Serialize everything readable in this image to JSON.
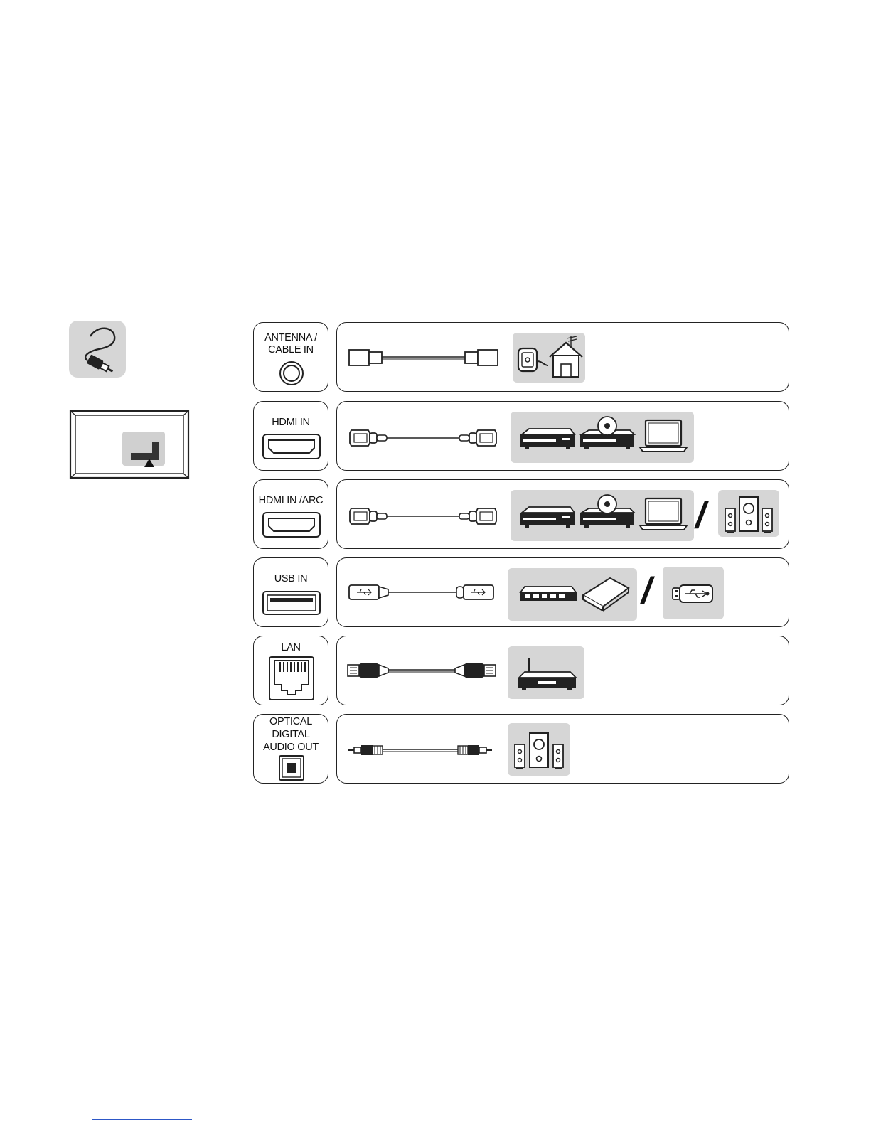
{
  "ports": [
    {
      "id": "antenna",
      "label_lines": [
        "ANTENNA /",
        "CABLE IN"
      ]
    },
    {
      "id": "hdmi",
      "label_lines": [
        "HDMI IN"
      ]
    },
    {
      "id": "hdmi-arc",
      "label_lines": [
        "HDMI IN /ARC"
      ]
    },
    {
      "id": "usb",
      "label_lines": [
        "USB IN"
      ]
    },
    {
      "id": "lan",
      "label_lines": [
        "LAN"
      ]
    },
    {
      "id": "optical",
      "label_lines": [
        "OPTICAL",
        "DIGITAL",
        "AUDIO OUT"
      ]
    }
  ],
  "separator": "/",
  "icons": {
    "cable": "cable-plug-icon",
    "tv_back": "tv-rear-panel-icon",
    "antenna_device": "wall-outlet-and-house-antenna-icon",
    "players": [
      "dvd-player-icon",
      "set-top-box-icon",
      "laptop-icon"
    ],
    "speakers": "speaker-system-icon",
    "usb_devices": [
      "usb-hub-icon",
      "external-hdd-icon"
    ],
    "usb_stick": "usb-stick-icon",
    "router": "router-icon"
  },
  "colors": {
    "panel_gray": "#d6d6d6",
    "stroke": "#222222"
  }
}
